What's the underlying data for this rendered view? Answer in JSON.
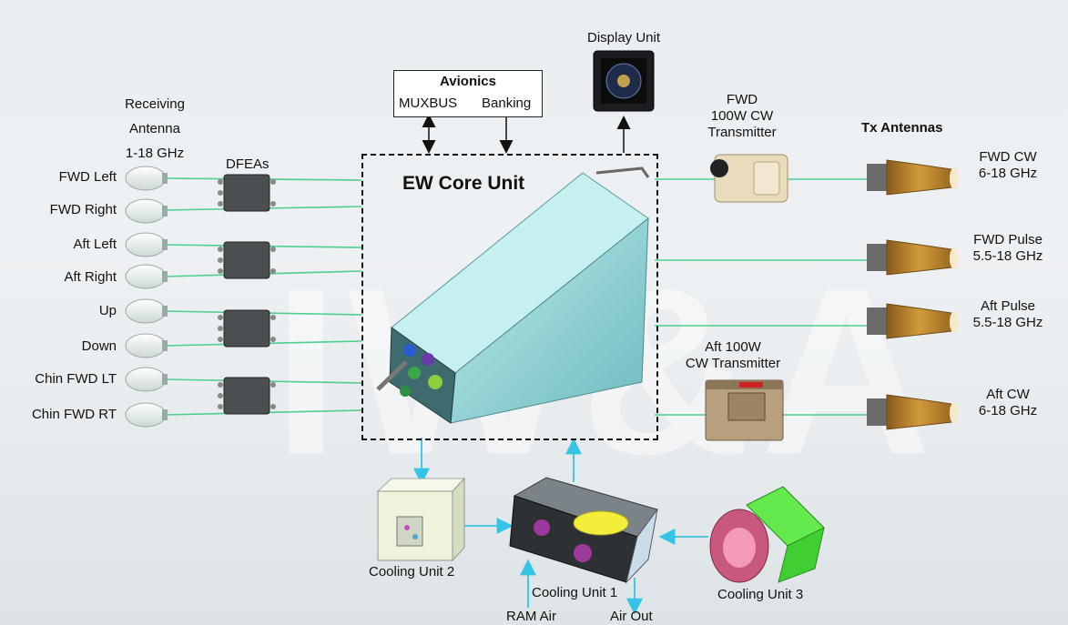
{
  "receiving": {
    "title_lines": [
      "Receiving",
      "Antenna",
      "1-18 GHz"
    ],
    "antennas": [
      "FWD Left",
      "FWD Right",
      "Aft Left",
      "Aft Right",
      "Up",
      "Down",
      "Chin FWD LT",
      "Chin FWD RT"
    ]
  },
  "dfeas_label": "DFEAs",
  "avionics": {
    "title": "Avionics",
    "muxbus": "MUXBUS",
    "banking": "Banking"
  },
  "display_unit": "Display Unit",
  "core_unit": "EW Core Unit",
  "fwd_transmitter": [
    "FWD",
    "100W CW",
    "Transmitter"
  ],
  "aft_transmitter": [
    "Aft 100W",
    "CW Transmitter"
  ],
  "tx": {
    "title": "Tx Antennas",
    "items": [
      [
        "FWD CW",
        "6-18 GHz"
      ],
      [
        "FWD Pulse",
        "5.5-18 GHz"
      ],
      [
        "Aft Pulse",
        "5.5-18 GHz"
      ],
      [
        "Aft CW",
        "6-18 GHz"
      ]
    ]
  },
  "cooling": {
    "unit1": "Cooling Unit 1",
    "unit2": "Cooling Unit 2",
    "unit3": "Cooling Unit 3",
    "ram_air": "RAM Air",
    "air_out": "Air Out"
  },
  "colors": {
    "line": "#4ccf8a",
    "arrow": "#35c3e6",
    "tx_gold": "#b8862c",
    "core_body": "#8fd3d5",
    "cool3": "#3fe03c",
    "cool3_cone": "#e87c9b"
  }
}
